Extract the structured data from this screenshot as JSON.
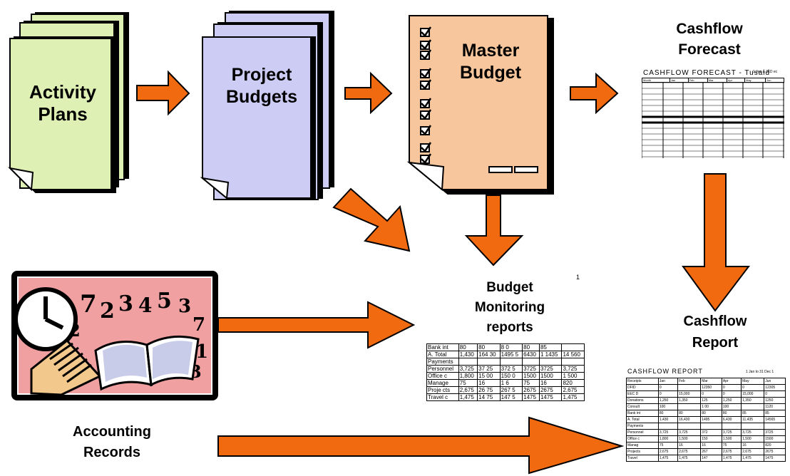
{
  "colors": {
    "arrow": "#f26a10",
    "activity_paper": "#dff0b4",
    "project_paper": "#ccccf4",
    "master_paper": "#f8c69c",
    "records_bg": "#f0a0a0"
  },
  "nodes": {
    "activity_plans": {
      "line1": "Activity",
      "line2": "Plans"
    },
    "project_budgets": {
      "line1": "Project",
      "line2": "Budgets"
    },
    "master_budget": {
      "line1": "Master",
      "line2": "Budget"
    },
    "cashflow_forecast": {
      "line1": "Cashflow",
      "line2": "Forecast",
      "sheet_title": "CASHFLOW FORECAST - Tusaid",
      "sheet_period": "1 Jan & 31D ec",
      "headers": [
        "Month",
        "Jan",
        "Feb",
        "Mar",
        "Apr",
        "May",
        "Jun"
      ]
    },
    "budget_monitoring": {
      "line1": "Budget",
      "line2": "Monitoring",
      "line3": "reports",
      "rows": [
        [
          "Bank int",
          "80",
          "80",
          "8 0",
          "80",
          "85",
          ""
        ],
        [
          "A. Total",
          "1,430",
          "164 30",
          "1495 5",
          "6430",
          "1 1435",
          "14 560"
        ],
        [
          "Payments",
          "",
          "",
          "",
          "",
          "",
          ""
        ],
        [
          "Personnel",
          "3,725",
          "37 25",
          "372 5",
          "3725",
          "3725",
          "3,725"
        ],
        [
          "Office c",
          "1,800",
          "15 00",
          "150 0",
          "1500",
          "1500",
          "1 500"
        ],
        [
          "Manage",
          "75",
          "16",
          "1 6",
          "75",
          "16",
          "820"
        ],
        [
          "Proje cts",
          "2,675",
          "26 75",
          "267 5",
          "2675",
          "2675",
          "2,675"
        ],
        [
          "Travel c",
          "1,475",
          "14 75",
          "147 5",
          "1475",
          "1475",
          "1,475"
        ]
      ]
    },
    "cashflow_report": {
      "line1": "Cashflow",
      "line2": "Report",
      "sheet_title": "CASHFLOW REPORT",
      "sheet_period": "1 Jan to 31 Dec 1",
      "rows": [
        [
          "Receipts",
          "Jan",
          "Feb",
          "Mar",
          "Apr",
          "May",
          "Jun"
        ],
        [
          "DFID",
          "0",
          "",
          "12350",
          "0",
          "0",
          "12305"
        ],
        [
          "EEC D",
          "0",
          "15,000",
          "0",
          "0",
          "15,000",
          "0"
        ],
        [
          "Donations",
          "1,250",
          "1,350",
          "125",
          "1,250",
          "1,350",
          "1250"
        ],
        [
          "Consult",
          "100",
          "",
          "1 00",
          "100",
          "",
          "1120"
        ],
        [
          "Bank int",
          "80",
          "80",
          "80",
          "80",
          "85",
          "85"
        ],
        [
          "A. Total",
          "1,430",
          "16,430",
          "1495",
          "6,430",
          "11,435",
          "14565"
        ],
        [
          "Payments",
          "",
          "",
          "",
          "",
          "",
          ""
        ],
        [
          "Personnel",
          "3,725",
          "3,725",
          "372",
          "3,725",
          "3,725",
          "3725"
        ],
        [
          "Office c",
          "1,800",
          "1,500",
          "150",
          "1,500",
          "1,500",
          "1500"
        ],
        [
          "Manag",
          "75",
          "16",
          "16",
          "75",
          "16",
          "820"
        ],
        [
          "Projects",
          "2,675",
          "2,675",
          "267",
          "2,675",
          "2,675",
          "2675"
        ],
        [
          "Travel",
          "1,475",
          "1,475",
          "147",
          "1,475",
          "1,475",
          "1475"
        ]
      ]
    },
    "accounting_records": {
      "line1": "Accounting",
      "line2": "Records"
    }
  }
}
